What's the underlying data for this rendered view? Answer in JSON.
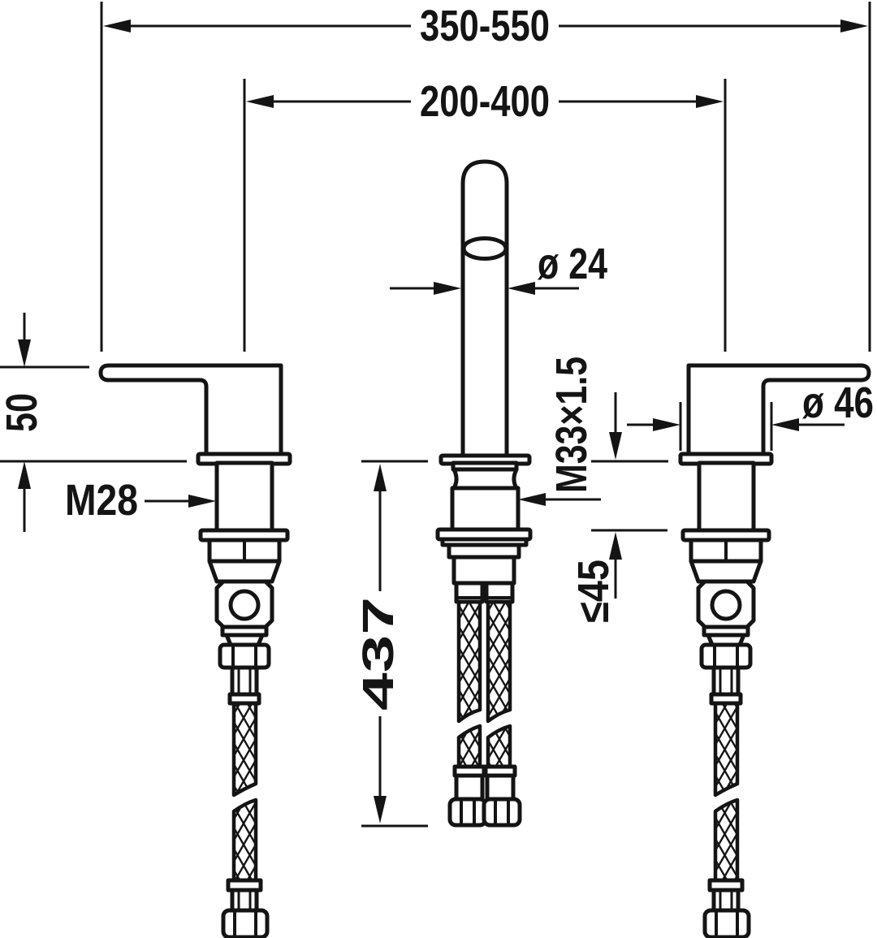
{
  "diagram": {
    "type": "technical-installation-drawing",
    "subject": "three-hole basin mixer with supply hoses",
    "background": "#ffffff",
    "line_color": "#141414",
    "labels": {
      "overall_width": "350-550",
      "handle_spacing": "200-400",
      "spout_diameter": "ø 24",
      "handle_height": "50",
      "handle_shank_thread": "M28",
      "supply_length": "437",
      "spout_shank_thread": "M33×1.5",
      "handle_base_diameter": "ø 46",
      "max_mounting_thickness": "≤45"
    }
  }
}
